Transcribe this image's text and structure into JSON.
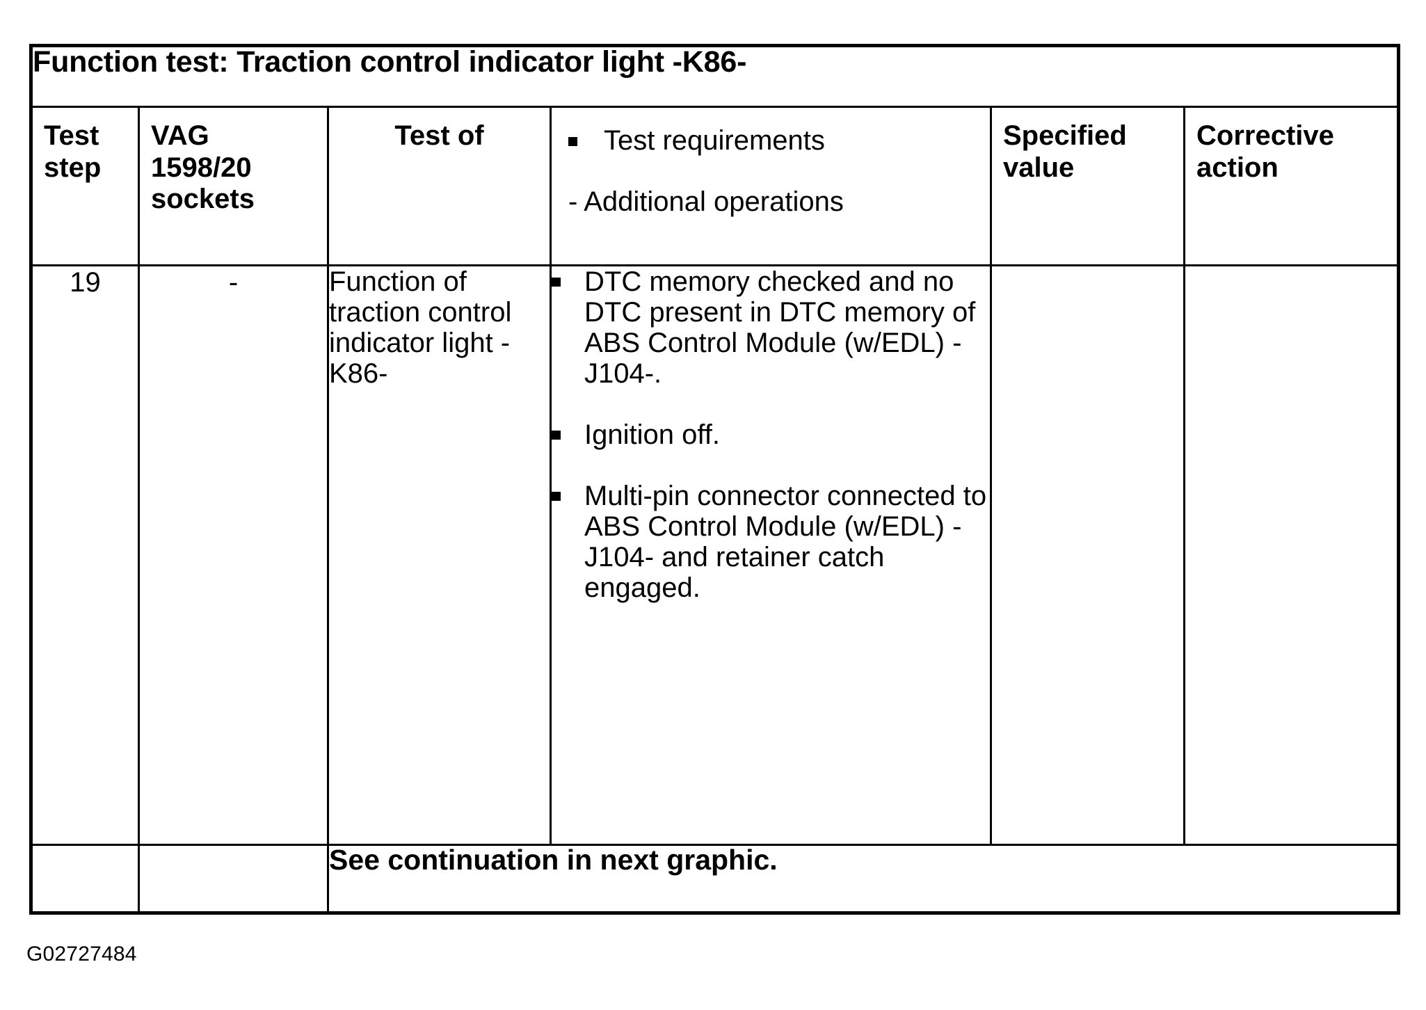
{
  "document": {
    "title": "Function test: Traction control indicator light -K86-",
    "footer_code": "G02727484"
  },
  "table": {
    "columns": [
      {
        "key": "test_step",
        "label_line1": "Test",
        "label_line2": "step",
        "label_line3": ""
      },
      {
        "key": "vag_sockets",
        "label_line1": "VAG",
        "label_line2": "1598/20",
        "label_line3": "sockets"
      },
      {
        "key": "test_of",
        "label_line1": "Test of",
        "label_line2": "",
        "label_line3": ""
      },
      {
        "key": "requirements",
        "label_line1": "Test requirements",
        "label_line2": "- Additional operations",
        "label_line3": ""
      },
      {
        "key": "specified",
        "label_line1": "Specified",
        "label_line2": "value",
        "label_line3": ""
      },
      {
        "key": "corrective",
        "label_line1": "Corrective",
        "label_line2": "action",
        "label_line3": ""
      }
    ],
    "rows": [
      {
        "test_step": "19",
        "vag_sockets": "-",
        "test_of": "Function of traction control indicator light -K86-",
        "requirements": [
          "DTC memory checked and no DTC present in DTC memory of ABS Control Module (w/EDL) -J104-.",
          "Ignition off.",
          "Multi-pin connector connected to ABS Control Module (w/EDL) -J104- and retainer catch engaged."
        ],
        "specified_value": "",
        "corrective_action": ""
      }
    ],
    "continuation_note": "See continuation in next graphic."
  },
  "colors": {
    "border": "#000000",
    "text": "#000000",
    "background": "#ffffff"
  }
}
